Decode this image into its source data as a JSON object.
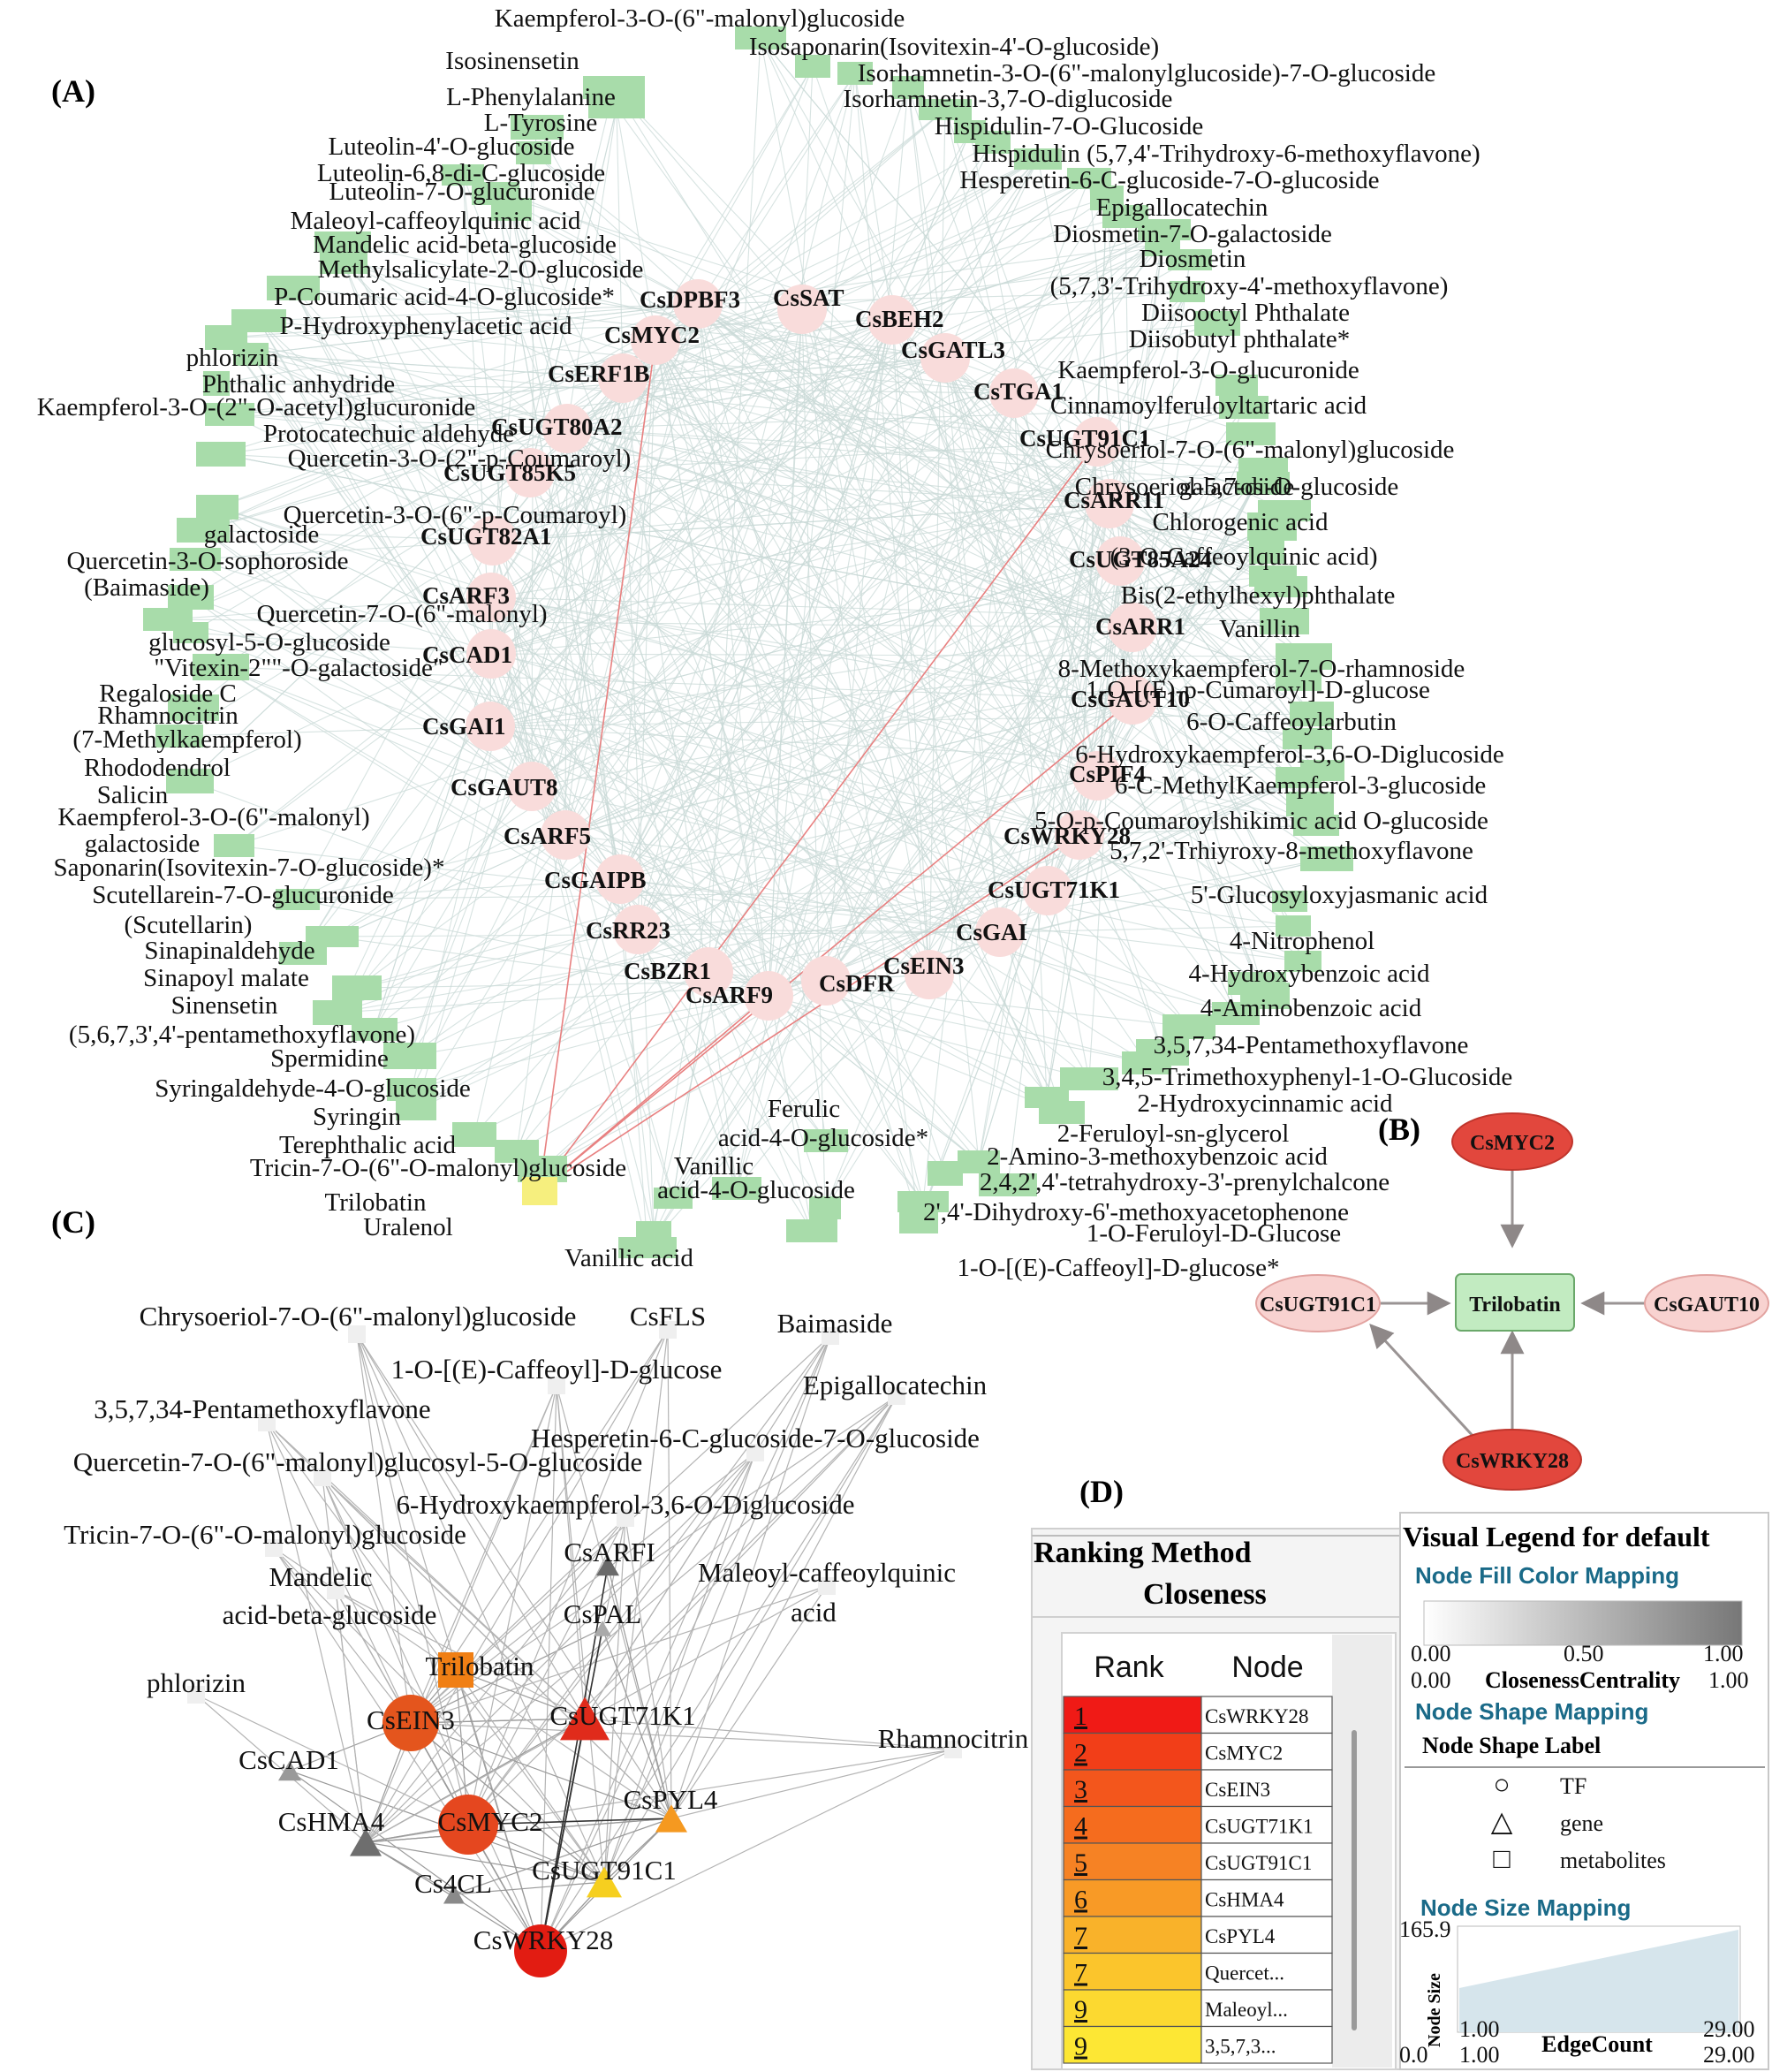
{
  "panels": {
    "a": "(A)",
    "b": "(B)",
    "c": "(C)",
    "d": "(D)"
  },
  "panel_a": {
    "gene_nodes": [
      "CsDPBF3",
      "CsSAT",
      "CsBEH2",
      "CsMYC2",
      "CsGATL3",
      "CsERF1B",
      "CsTGA1",
      "CsUGT80A2",
      "CsUGT91C1",
      "CsUGT85K5",
      "CsARR11",
      "CsUGT82A1",
      "CsUGT85A24",
      "CsARF3",
      "CsARR1",
      "CsCAD1",
      "CsGAUT10",
      "CsGAI1",
      "CsPIF4",
      "CsGAUT8",
      "CsWRKY28",
      "CsARF5",
      "CsUGT71K1",
      "CsGAIPB",
      "CsGAI",
      "CsRR23",
      "CsEIN3",
      "CsBZR1",
      "CsDFR",
      "CsARF9"
    ],
    "metabolite_labels": [
      "Kaempferol-3-O-(6\"-malonyl)glucoside",
      "Isosaponarin(Isovitexin-4'-O-glucoside)",
      "Isosinensetin",
      "Isorhamnetin-3-O-(6\"-malonylglucoside)-7-O-glucoside",
      "L-Phenylalanine",
      "Isorhamnetin-3,7-O-diglucoside",
      "L-Tyrosine",
      "Hispidulin-7-O-Glucoside",
      "Luteolin-4'-O-glucoside",
      "Hispidulin (5,7,4'-Trihydroxy-6-methoxyflavone)",
      "Luteolin-6,8-di-C-glucoside",
      "Hesperetin-6-C-glucoside-7-O-glucoside",
      "Luteolin-7-O-glucuronide",
      "Epigallocatechin",
      "Maleoyl-caffeoylquinic acid",
      "Diosmetin-7-O-galactoside",
      "Mandelic acid-beta-glucoside",
      "Diosmetin",
      "Methylsalicylate-2-O-glucoside",
      "(5,7,3'-Trihydroxy-4'-methoxyflavone)",
      "P-Coumaric acid-4-O-glucoside*",
      "Diisooctyl Phthalate",
      "P-Hydroxyphenylacetic acid",
      "Diisobutyl phthalate*",
      "phlorizin",
      "Kaempferol-3-O-glucuronide",
      "Phthalic anhydride",
      "Cinnamoylferuloyltartaric acid",
      "Kaempferol-3-O-(2\"-O-acetyl)glucuronide",
      "Chrysoeriol-7-O-(6\"-malonyl)glucoside",
      "Protocatechuic aldehyde",
      "Chrysoeriol-5,7-di-O-glucoside",
      "Quercetin-3-O-(2\"-p-Coumaroyl)",
      "galactoside",
      "Chlorogenic acid",
      "Quercetin-3-O-(6\"-p-Coumaroyl)",
      "(3-O-Caffeoylquinic acid)",
      "galactoside",
      "Bis(2-ethylhexyl)phthalate",
      "Quercetin-3-O-sophoroside",
      "Vanillin",
      "(Baimaside)",
      "8-Methoxykaempferol-7-O-rhamnoside",
      "Quercetin-7-O-(6\"-malonyl)",
      "1-O-[(E)-p-Cumaroyl]-D-glucose",
      "glucosyl-5-O-glucoside",
      "6-O-Caffeoylarbutin",
      "\"Vitexin-2\"\"-O-galactoside\"",
      "6-Hydroxykaempferol-3,6-O-Diglucoside",
      "Regaloside C",
      "6-C-MethylKaempferol-3-glucoside",
      "Rhamnocitrin",
      "5-O-p-Coumaroylshikimic acid O-glucoside",
      "(7-Methylkaempferol)",
      "5,7,2'-Trhiyroxy-8-methoxyflavone",
      "Rhododendrol",
      "5'-Glucosyloxyjasmanic acid",
      "Salicin",
      "4-Nitrophenol",
      "Kaempferol-3-O-(6\"-malonyl)",
      "4-Hydroxybenzoic acid",
      "galactoside",
      "4-Aminobenzoic acid",
      "Saponarin(Isovitexin-7-O-glucoside)*",
      "3,5,7,34-Pentamethoxyflavone",
      "Scutellarein-7-O-glucuronide",
      "3,4,5-Trimethoxyphenyl-1-O-Glucoside",
      "(Scutellarin)",
      "2-Hydroxycinnamic acid",
      "Sinapinaldehyde",
      "2-Feruloyl-sn-glycerol",
      "Sinapoyl malate",
      "2-Amino-3-methoxybenzoic acid",
      "Sinensetin",
      "2,4,2',4'-tetrahydroxy-3'-prenylchalcone",
      "(5,6,7,3',4'-pentamethoxyflavone)",
      "2',4'-Dihydroxy-6'-methoxyacetophenone",
      "Spermidine",
      "Ferulic",
      "Syringaldehyde-4-O-glucoside",
      "acid-4-O-glucoside*",
      "Syringin",
      "Vanillic",
      "Terephthalic acid",
      "acid-4-O-glucoside",
      "Tricin-7-O-(6\"-O-malonyl)glucoside",
      "1-O-Feruloyl-D-Glucose",
      "Trilobatin",
      "1-O-[(E)-Caffeoyl]-D-glucose*",
      "Uralenol",
      "Vanillic acid"
    ]
  },
  "panel_b": {
    "nodes": [
      "CsMYC2",
      "CsUGT91C1",
      "Trilobatin",
      "CsGAUT10",
      "CsWRKY28"
    ]
  },
  "panel_c": {
    "labels": [
      "Chrysoeriol-7-O-(6\"-malonyl)glucoside",
      "CsFLS",
      "Baimaside",
      "1-O-[(E)-Caffeoyl]-D-glucose",
      "Epigallocatechin",
      "3,5,7,34-Pentamethoxyflavone",
      "Hesperetin-6-C-glucoside-7-O-glucoside",
      "Quercetin-7-O-(6\"-malonyl)glucosyl-5-O-glucoside",
      "6-Hydroxykaempferol-3,6-O-Diglucoside",
      "Tricin-7-O-(6\"-O-malonyl)glucoside",
      "CsARFI",
      "Mandelic",
      "Maleoyl-caffeoylquinic",
      "acid-beta-glucoside",
      "CsPAL",
      "acid",
      "Trilobatin",
      "phlorizin",
      "CsEIN3",
      "CsUGT71K1",
      "Rhamnocitrin",
      "CsCAD1",
      "CsPYL4",
      "CsHMA4",
      "CsMYC2",
      "CsUGT91C1",
      "Cs4CL",
      "CsWRKY28"
    ]
  },
  "panel_d": {
    "ranking_method_label": "Ranking Method",
    "ranking_method_value": "Closeness",
    "col_rank": "Rank",
    "col_node": "Node",
    "ranking": [
      {
        "rank": "1",
        "node": "CsWRKY28",
        "color": "#f01a16"
      },
      {
        "rank": "2",
        "node": "CsMYC2",
        "color": "#f23e18"
      },
      {
        "rank": "3",
        "node": "CsEIN3",
        "color": "#f3561c"
      },
      {
        "rank": "4",
        "node": "CsUGT71K1",
        "color": "#f56c1e"
      },
      {
        "rank": "5",
        "node": "CsUGT91C1",
        "color": "#f68224"
      },
      {
        "rank": "6",
        "node": "CsHMA4",
        "color": "#f89a26"
      },
      {
        "rank": "7",
        "node": "CsPYL4",
        "color": "#f9b22a"
      },
      {
        "rank": "7",
        "node": "Quercet...",
        "color": "#fbc52c"
      },
      {
        "rank": "9",
        "node": "Maleoyl...",
        "color": "#fcd930"
      },
      {
        "rank": "9",
        "node": "3,5,7,3...",
        "color": "#fde734"
      }
    ],
    "legend": {
      "title": "Visual Legend for default",
      "fill_header": "Node Fill Color Mapping",
      "gradient_ticks": [
        "0.00",
        "0.50",
        "1.00"
      ],
      "gradient_min": "0.00",
      "gradient_label": "ClosenessCentrality",
      "gradient_max": "1.00",
      "shape_header": "Node Shape Mapping",
      "shape_sub": "Node Shape Label",
      "shapes": [
        {
          "symbol": "○",
          "label": "TF"
        },
        {
          "symbol": "△",
          "label": "gene"
        },
        {
          "symbol": "□",
          "label": "metabolites"
        }
      ],
      "size_header": "Node Size Mapping",
      "size_max": "165.9",
      "size_axis_label": "Node Size",
      "size_inner_min": "1.00",
      "size_min": "0.0",
      "size_x_min": "1.00",
      "size_x_label": "EdgeCount",
      "size_inner_max": "29.00",
      "size_x_max": "29.00"
    }
  },
  "colors": {
    "gene_node": "#f9dcdb",
    "metabolite_tile": "#a8dcaa",
    "trilobatin_tile": "#f6ef7e",
    "edge": "#c9d9d7",
    "highlight_edge": "#e88080",
    "b_node_dark": "#e2473d",
    "b_node_light": "#f8d2d0",
    "b_metabolite": "#c2ebc1",
    "legend_header": "#1a6a88",
    "size_area": "#d6e5ec"
  }
}
